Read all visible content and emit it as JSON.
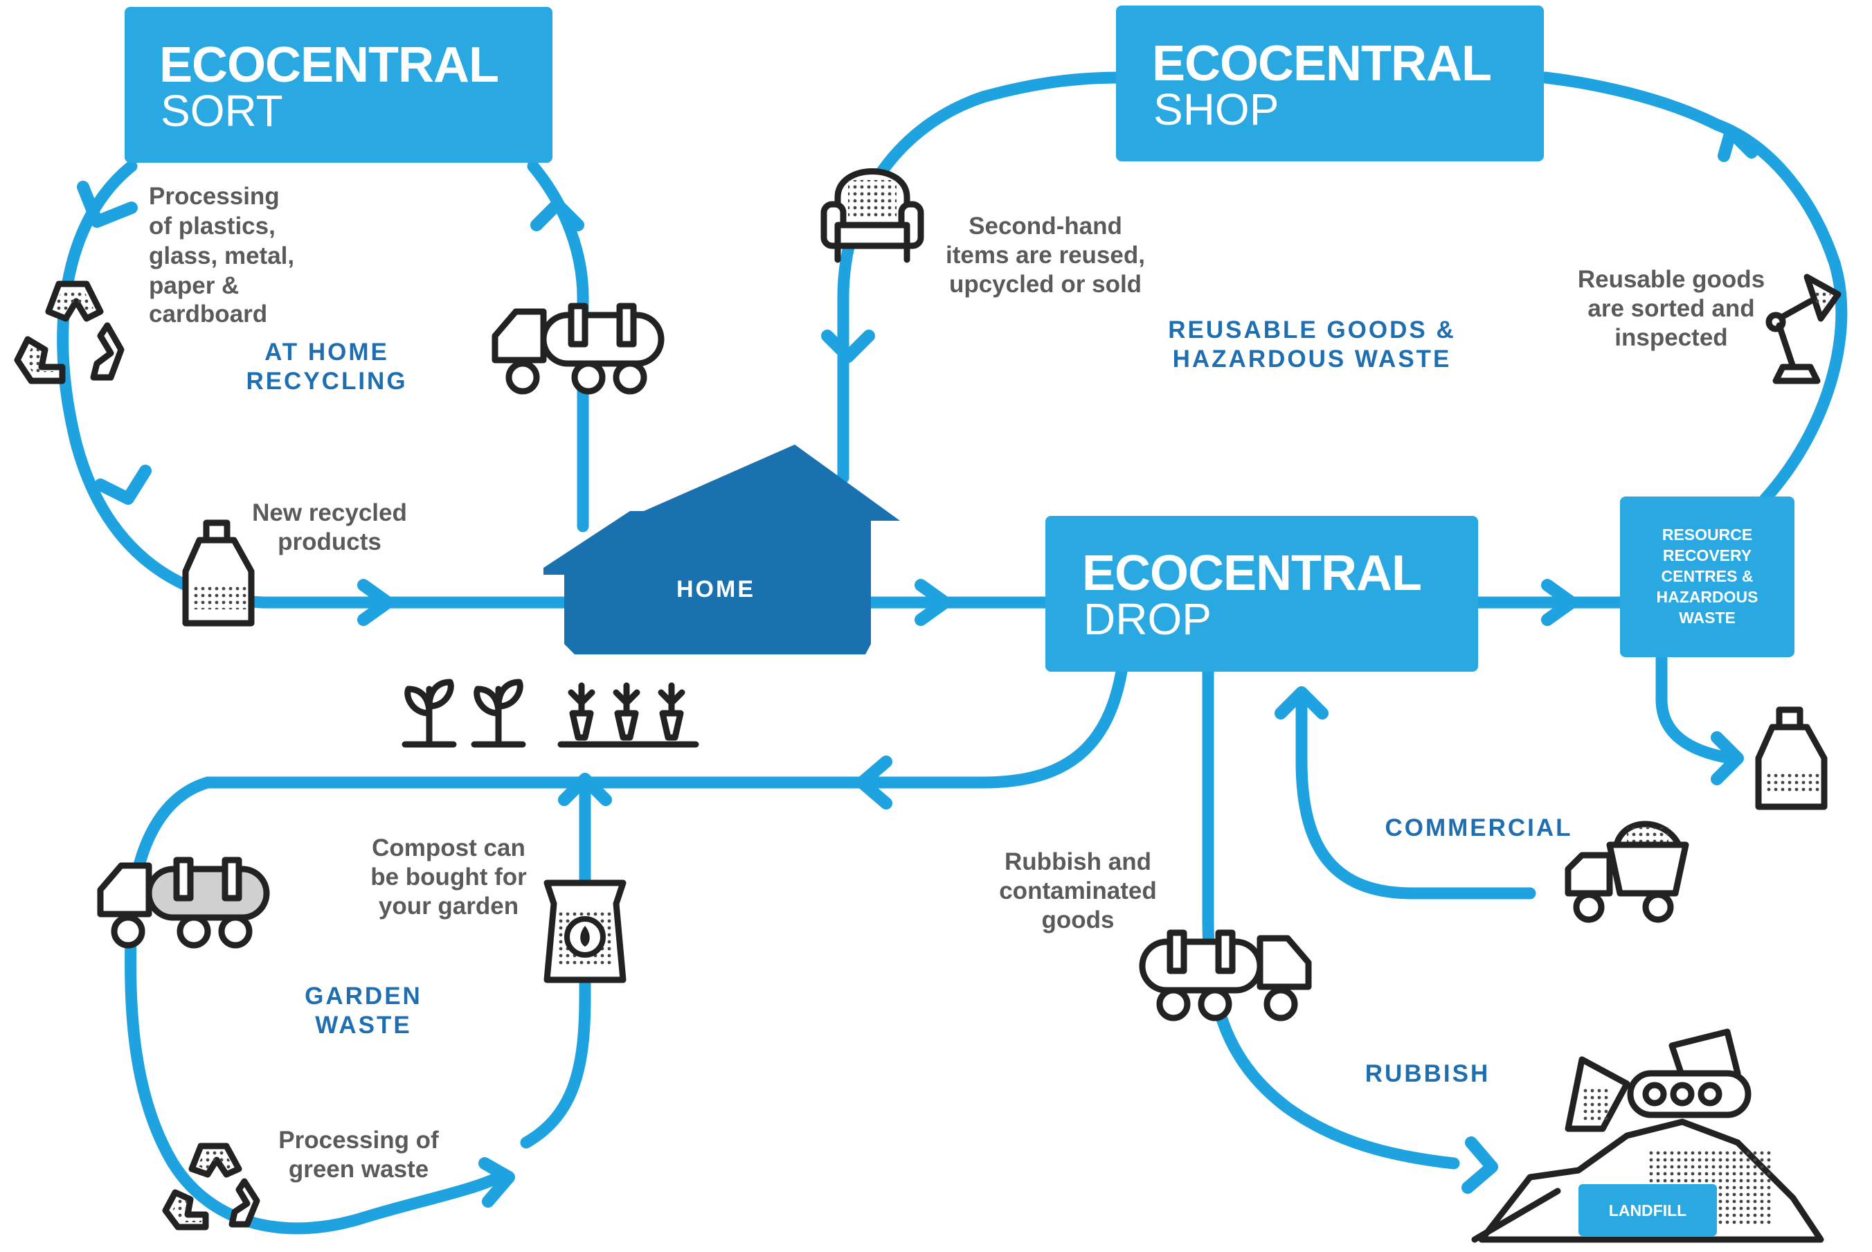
{
  "colors": {
    "flow": "#1fa3e0",
    "box": "#29a8e2",
    "home": "#1a71b0",
    "section_text": "#1f6fb0",
    "label_text": "#5a5a5a"
  },
  "boxes": {
    "sort": {
      "line1": "ECOCENTRAL",
      "line2": "SORT"
    },
    "shop": {
      "line1": "ECOCENTRAL",
      "line2": "SHOP"
    },
    "drop": {
      "line1": "ECOCENTRAL",
      "line2": "DROP"
    },
    "resource": {
      "lines": [
        "RESOURCE",
        "RECOVERY",
        "CENTRES &",
        "HAZARDOUS",
        "WASTE"
      ]
    },
    "landfill": "LANDFILL",
    "home": "HOME"
  },
  "sections": {
    "recycling": [
      "AT HOME",
      "RECYCLING"
    ],
    "reusable": [
      "REUSABLE GOODS &",
      "HAZARDOUS WASTE"
    ],
    "commercial": [
      "COMMERCIAL"
    ],
    "garden": [
      "GARDEN",
      "WASTE"
    ],
    "rubbish": [
      "RUBBISH"
    ]
  },
  "labels": {
    "processing": [
      "Processing",
      "of plastics,",
      "glass, metal,",
      "paper &",
      "cardboard"
    ],
    "new_recycled": [
      "New recycled",
      "products"
    ],
    "second_hand": [
      "Second-hand",
      "items are reused,",
      "upcycled or sold"
    ],
    "reusable_sorted": [
      "Reusable goods",
      "are sorted and",
      "inspected"
    ],
    "compost": [
      "Compost can",
      "be bought for",
      "your garden"
    ],
    "rubbish_contaminated": [
      "Rubbish and",
      "contaminated",
      "goods"
    ],
    "green_waste": [
      "Processing of",
      "green waste"
    ]
  },
  "icons": [
    "recycle-icon",
    "truck-icon",
    "bottle-icon",
    "armchair-icon",
    "lamp-icon",
    "plant-icon",
    "carrot-icon",
    "compost-bag-icon",
    "dump-truck-icon",
    "bulldozer-icon",
    "landfill-icon"
  ]
}
